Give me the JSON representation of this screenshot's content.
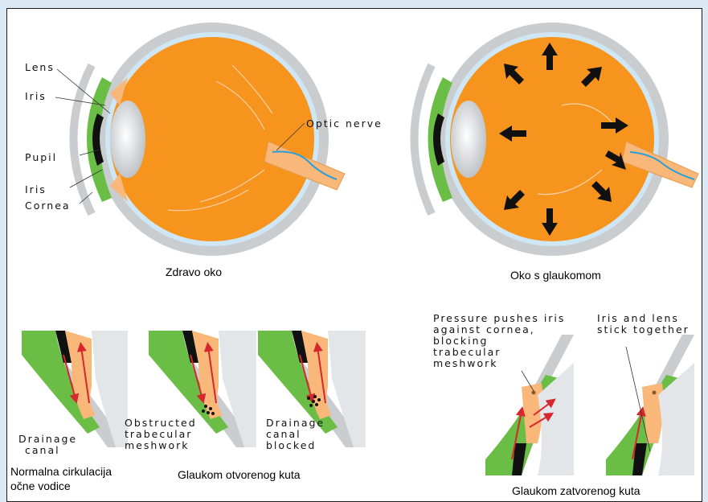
{
  "labels": {
    "lens": "Lens",
    "iris_top": "Iris",
    "pupil": "Pupil",
    "iris_bottom": "Iris",
    "cornea": "Cornea",
    "optic_nerve": "Optic nerve",
    "drainage_canal_1": "Drainage",
    "drainage_canal_2": "canal",
    "obstructed_1": "Obstructed",
    "obstructed_2": "trabecular",
    "obstructed_3": "meshwork",
    "blocked_1": "Drainage",
    "blocked_2": "canal",
    "blocked_3": "blocked",
    "pressure_1": "Pressure pushes iris",
    "pressure_2": "against cornea,",
    "pressure_3": "blocking",
    "pressure_4": "trabecular",
    "pressure_5": "meshwork",
    "stick_1": "Iris and lens",
    "stick_2": "stick together"
  },
  "captions": {
    "healthy": "Zdravo oko",
    "glaucoma": "Oko s glaukomom",
    "normal_1": "Normalna cirkulacija",
    "normal_2": "očne vodice",
    "open_angle": "Glaukom otvorenog kuta",
    "closed_angle": "Glaukom zatvorenog kuta"
  },
  "colors": {
    "orange": "#f7941d",
    "light_orange": "#f9b77a",
    "green": "#6abd45",
    "sclera_gray": "#c9cdd0",
    "cornea_blue": "#cfe6f5",
    "arrow_red": "#d7262d"
  }
}
